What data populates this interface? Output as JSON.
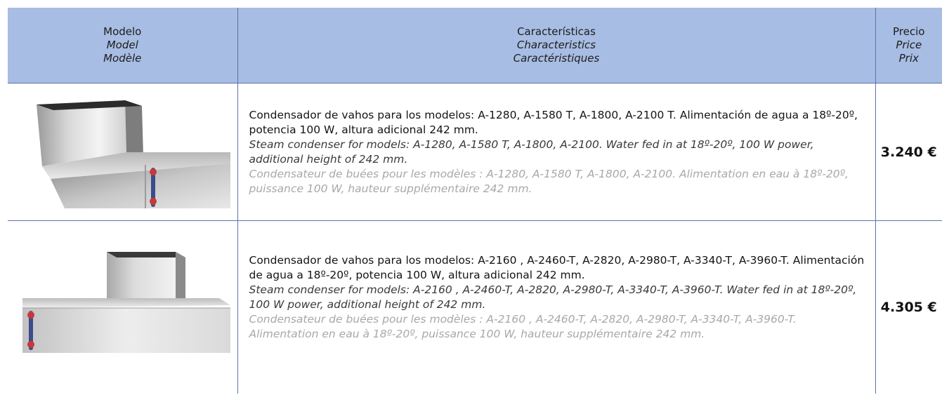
{
  "header": {
    "model": {
      "es": "Modelo",
      "en": "Model",
      "fr": "Modèle"
    },
    "characteristics": {
      "es": "Características",
      "en": "Characteristics",
      "fr": "Caractéristiques"
    },
    "price": {
      "es": "Precio",
      "en": "Price",
      "fr": "Prix"
    }
  },
  "rows": [
    {
      "desc_es": "Condensador de vahos para los modelos:  A-1280, A-1580 T, A-1800, A-2100 T. Alimentación de agua a 18º-20º, potencia 100 W, altura adicional 242 mm.",
      "desc_en": "Steam condenser for models: A-1280, A-1580 T, A-1800, A-2100. Water fed in at 18º-20º, 100 W power, additional height of 242 mm.",
      "desc_fr": "Condensateur de buées pour les modèles : A-1280, A-1580 T, A-1800, A-2100. Alimentation en eau à 18º-20º, puissance 100 W, hauteur supplémentaire 242 mm.",
      "price": "3.240 €"
    },
    {
      "desc_es": "Condensador de vahos para los modelos:  A-2160 , A-2460-T, A-2820, A-2980-T, A-3340-T, A-3960-T. Alimentación de agua a 18º-20º, potencia 100 W, altura adicional 242 mm.",
      "desc_en": "Steam condenser for models: A-2160 , A-2460-T, A-2820, A-2980-T, A-3340-T, A-3960-T. Water fed in at 18º-20º, 100 W power, additional height of 242 mm.",
      "desc_fr": "Condensateur de buées pour les modèles : A-2160 , A-2460-T, A-2820, A-2980-T, A-3340-T, A-3960-T. Alimentation en eau à 18º-20º, puissance 100 W, hauteur supplémentaire 242 mm.",
      "price": "4.305 €"
    }
  ],
  "colors": {
    "header_bg": "#a8bde3",
    "grid_lines": "#5a73a7",
    "steel_light": "#e6e6e6",
    "steel_dark": "#8e8e8e",
    "connector_red": "#c8373a"
  }
}
